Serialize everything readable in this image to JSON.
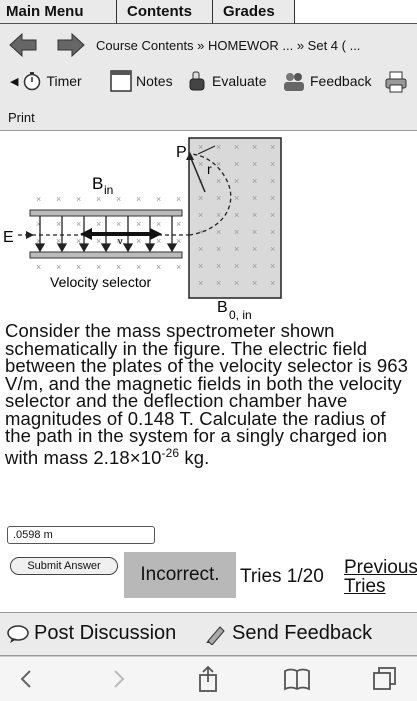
{
  "tabs": [
    "Main Menu",
    "Contents",
    "Grades"
  ],
  "breadcrumb": "Course Contents » HOMEWOR ... » Set 4 ( ...",
  "tools": {
    "timer": "Timer",
    "notes": "Notes",
    "evaluate": "Evaluate",
    "feedback": "Feedback",
    "print": "Print"
  },
  "figure": {
    "label_p": "P",
    "label_r": "r",
    "label_bin": "B",
    "label_bin_sub": "in",
    "label_e": "E",
    "label_v": "v",
    "label_selector": "Velocity selector",
    "label_b0": "B",
    "label_b0_sub": "0, in",
    "mark_x": "×"
  },
  "question": {
    "text": "Consider the mass spectrometer shown schematically in the figure. The electric field between the plates of the velocity selector is 963 V/m, and the magnetic fields in both the velocity selector and the deflection chamber have magnitudes of 0.148 T. Calculate the radius of the path in the system for a singly charged ion with mass 2.18×10",
    "exponent": "-26",
    "unit": " kg."
  },
  "answer": {
    "value": ".0598 m"
  },
  "submit_label": "Submit Answer",
  "status": {
    "result": "Incorrect.",
    "tries": "Tries 1/20",
    "previous": "Previous Tries"
  },
  "discussion": {
    "post": "Post Discussion",
    "feedback": "Send Feedback"
  },
  "colors": {
    "toolbar": "#e9e9e9",
    "incorrect_bg": "#b8b8b8",
    "tab_bg": "#eaeaea"
  }
}
